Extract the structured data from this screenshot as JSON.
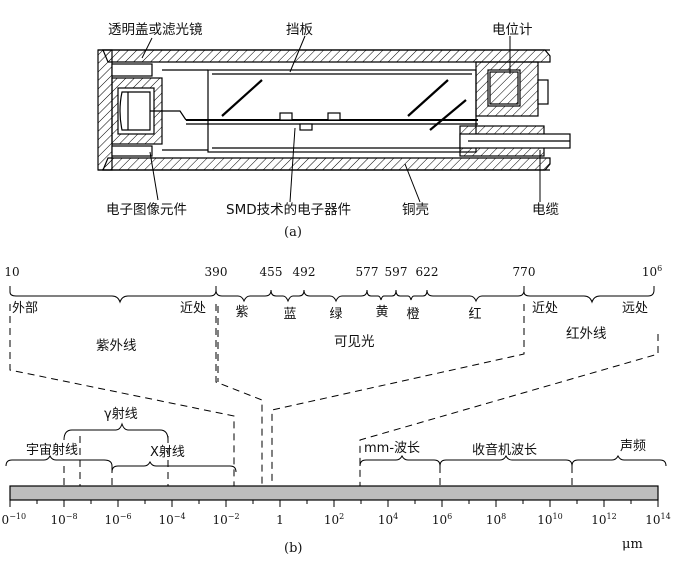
{
  "part_a": {
    "labels": {
      "lens": "透明盖或滤光镜",
      "baffle": "挡板",
      "potentiometer": "电位计",
      "image_element": "电子图像元件",
      "smd": "SMD技术的电子器件",
      "shell": "铜壳",
      "cable": "电缆"
    },
    "caption": "(a)"
  },
  "part_b": {
    "top_scale": {
      "ticks": [
        {
          "label": "10",
          "sup": ""
        },
        {
          "label": "390",
          "sup": ""
        },
        {
          "label": "455",
          "sup": ""
        },
        {
          "label": "492",
          "sup": ""
        },
        {
          "label": "577",
          "sup": ""
        },
        {
          "label": "597",
          "sup": ""
        },
        {
          "label": "622",
          "sup": ""
        },
        {
          "label": "770",
          "sup": ""
        },
        {
          "label": "10",
          "sup": "6"
        }
      ],
      "uv_far": "外部",
      "uv_near": "近处",
      "uv_name": "紫外线",
      "colors": [
        "紫",
        "蓝",
        "绿",
        "黄",
        "橙",
        "红"
      ],
      "visible_name": "可见光",
      "ir_near": "近处",
      "ir_far": "远处",
      "ir_name": "红外线"
    },
    "bands": {
      "gamma": "γ射线",
      "cosmic": "宇宙射线",
      "xray": "X射线",
      "mm": "mm-波长",
      "radio": "收音机波长",
      "sound": "声频"
    },
    "axis": {
      "ticks": [
        {
          "base": "10",
          "sup": "−10"
        },
        {
          "base": "10",
          "sup": "−8"
        },
        {
          "base": "10",
          "sup": "−6"
        },
        {
          "base": "10",
          "sup": "−4"
        },
        {
          "base": "10",
          "sup": "−2"
        },
        {
          "base": "1",
          "sup": ""
        },
        {
          "base": "10",
          "sup": "2"
        },
        {
          "base": "10",
          "sup": "4"
        },
        {
          "base": "10",
          "sup": "6"
        },
        {
          "base": "10",
          "sup": "8"
        },
        {
          "base": "10",
          "sup": "10"
        },
        {
          "base": "10",
          "sup": "12"
        },
        {
          "base": "10",
          "sup": "14"
        }
      ],
      "unit": "μm"
    },
    "caption": "(b)"
  }
}
